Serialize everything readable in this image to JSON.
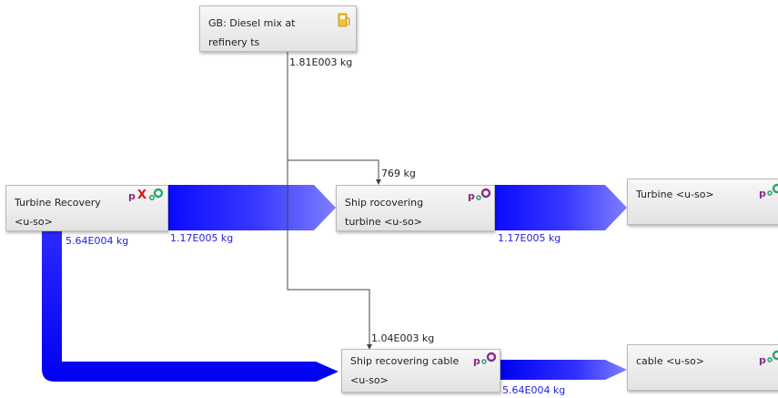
{
  "nodes": {
    "diesel": "GB: Diesel mix at refinery ts",
    "turbine_recovery": "Turbine Recovery <u-so>",
    "ship_turbine": "Ship rocovering turbine <u-so>",
    "turbine": "Turbine <u-so>",
    "ship_cable": "Ship recovering cable <u-so>",
    "cable": "cable <u-so>"
  },
  "flows": {
    "diesel_out": "1.81E003 kg",
    "to_ship_turbine": "769 kg",
    "to_ship_cable": "1.04E003 kg",
    "recovery_to_cable": "5.64E004 kg",
    "recovery_to_ship_turbine": "1.17E005 kg",
    "ship_turbine_to_turbine": "1.17E005 kg",
    "ship_cable_to_cable": "5.64E004 kg"
  },
  "icons": {
    "diesel": "fuel-pump-icon",
    "process": "process-gear-icon",
    "excluded": "red-x-icon"
  },
  "colors": {
    "flow_blue": "#1a1aff",
    "fuel_yellow": "#f2c230",
    "gear_purple": "#8a2a8a",
    "gear_green": "#2aa36a"
  }
}
